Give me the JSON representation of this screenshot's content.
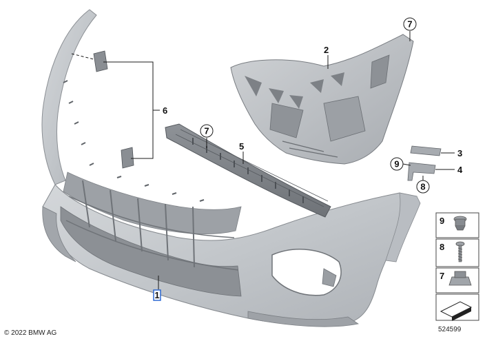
{
  "diagram": {
    "part_labels": {
      "p1": "1",
      "p2": "2",
      "p3": "3",
      "p4": "4",
      "p5": "5",
      "p6": "6",
      "p7a": "7",
      "p7b": "7",
      "p8": "8",
      "p9": "9"
    },
    "legend": {
      "item9": "9",
      "item8": "8",
      "item7": "7"
    },
    "copyright": "© 2022 BMW AG",
    "document_number": "524599"
  }
}
